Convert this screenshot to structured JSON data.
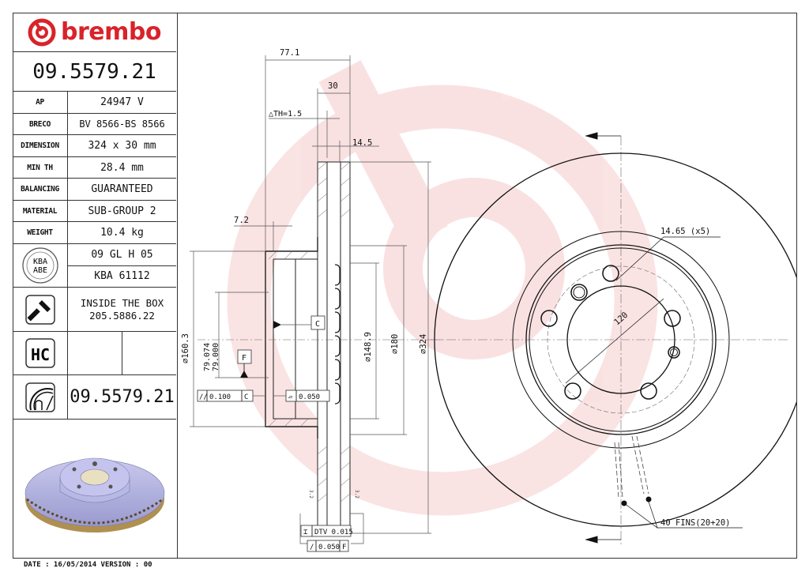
{
  "brand": {
    "name": "brembo",
    "color": "#d9232a"
  },
  "part_number": "09.5579.21",
  "specs": [
    {
      "label": "AP",
      "value": "24947 V"
    },
    {
      "label": "BRECO",
      "value": "BV 8566-BS 8566"
    },
    {
      "label": "DIMENSION",
      "value": "324 x 30 mm"
    },
    {
      "label": "MIN TH",
      "value": "28.4 mm"
    },
    {
      "label": "BALANCING",
      "value": "GUARANTEED"
    },
    {
      "label": "MATERIAL",
      "value": "SUB-GROUP 2"
    },
    {
      "label": "WEIGHT",
      "value": "10.4 kg"
    }
  ],
  "kba": {
    "icon": "kba-abe-icon",
    "icon_text_top": "KBA",
    "icon_text_bottom": "ABE",
    "line1": "09 GL H 05",
    "line2": "KBA 61112"
  },
  "screw": {
    "icon": "screw-icon",
    "line1": "INSIDE THE BOX",
    "line2": "205.5886.22"
  },
  "hc": {
    "icon_text": "HC"
  },
  "disc_code": {
    "icon": "disc-caliper-icon",
    "value": "09.5579.21"
  },
  "footer": {
    "text": "DATE : 16/05/2014 VERSION : 00"
  },
  "drawing": {
    "dim_overall_width": "77.1",
    "dim_thickness": "30",
    "dim_delta_th": "△TH=1.5",
    "dim_vane": "14.5",
    "dim_hat_wall": "7.2",
    "dia_hat": "⌀160.3",
    "dia_bore_max": "79.074",
    "dia_bore_min": "79.000",
    "dia_inner": "⌀148.9",
    "dia_friction_inner": "⌀180",
    "dia_outer": "⌀324",
    "datum_c": "C",
    "datum_f": "F",
    "tol_parallel": "0.100",
    "tol_parallel_ref": "C",
    "tol_flatness": "0.050",
    "tol_dtv": "DTV 0.015",
    "tol_runout": "0.050",
    "tol_runout_ref": "F",
    "surface_left": "3.2",
    "surface_right": "3.2",
    "bolt_hole": "14.65 (x5)",
    "pcd": "120",
    "fins": "40 FINS(20+20)"
  }
}
